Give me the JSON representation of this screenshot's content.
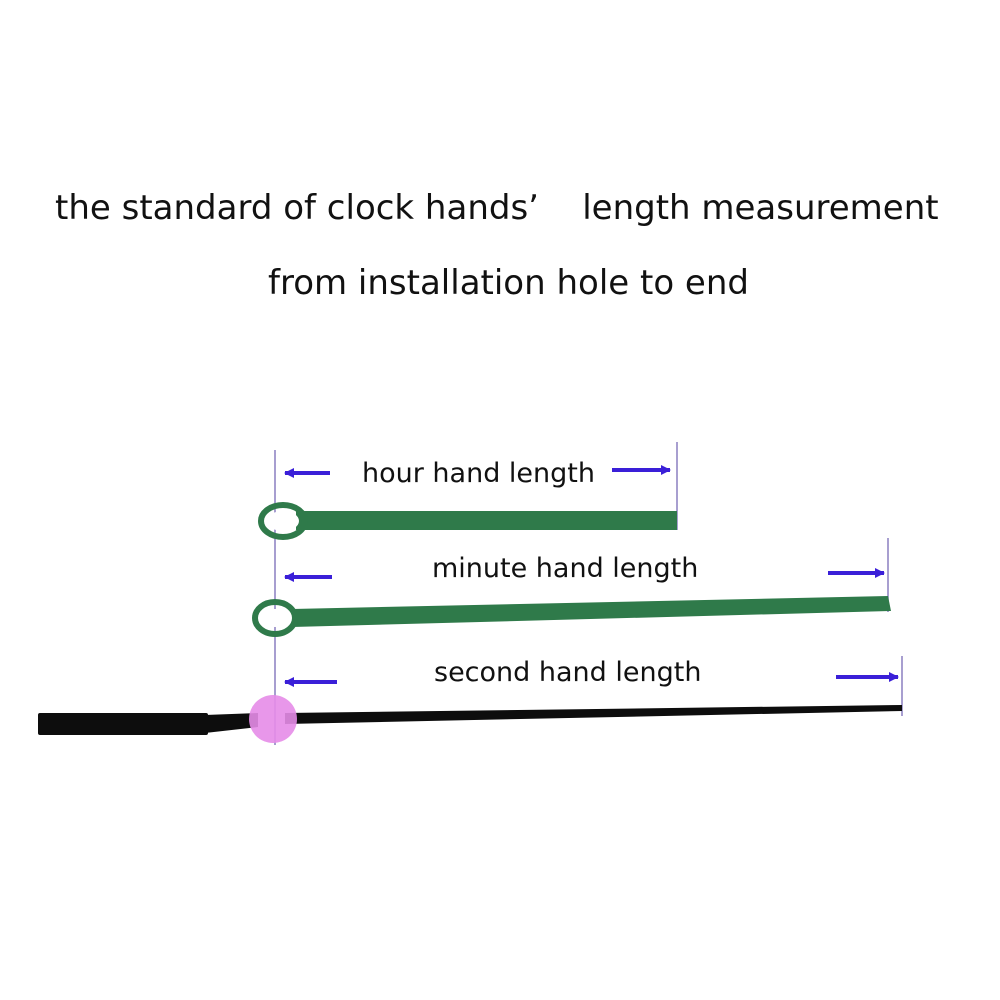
{
  "heading": {
    "title": "the standard of clock hands’    length measurement",
    "subtitle": "from installation hole to end"
  },
  "hands": {
    "hour": {
      "label": "hour hand length"
    },
    "minute": {
      "label": "minute hand length"
    },
    "second": {
      "label": "second hand length"
    }
  },
  "colors": {
    "hand_green": "#2f7a4a",
    "arrow_blue": "#3a1fd8",
    "guide_line": "#8a7fc0",
    "second_hand": "#0d0d0d",
    "hub_pink": "#e58ce8"
  }
}
